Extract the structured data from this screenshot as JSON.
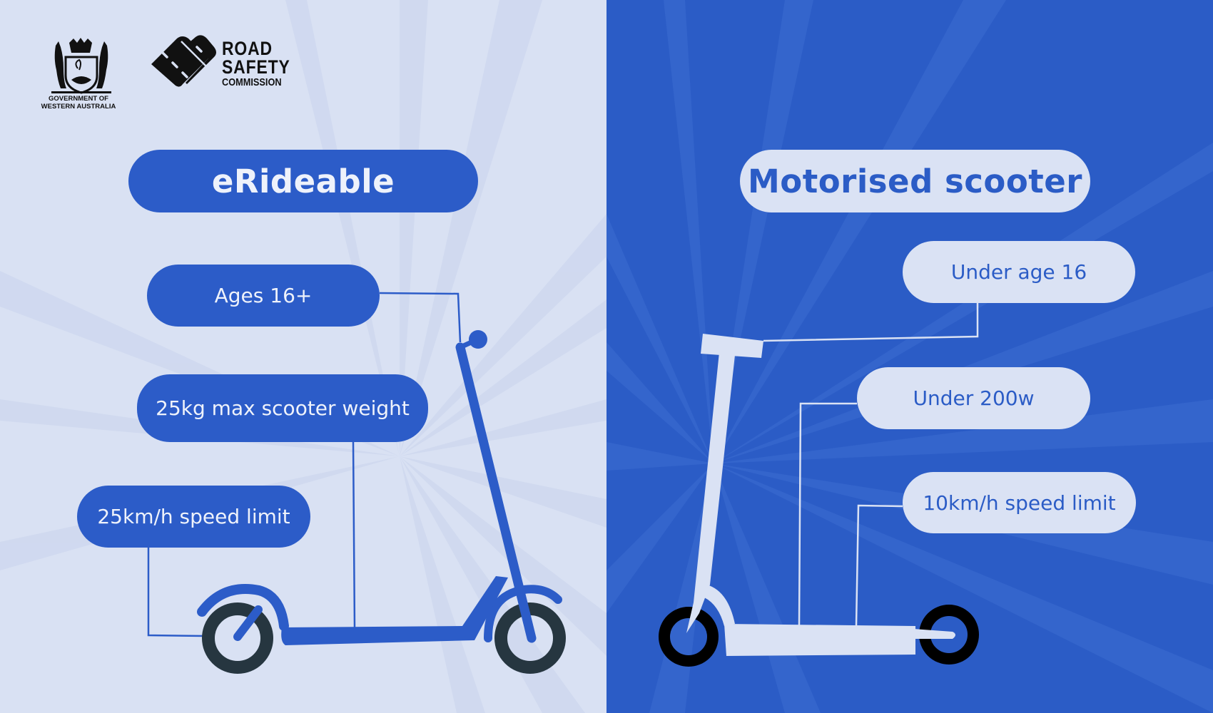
{
  "colors": {
    "brand_blue": "#2C5CC8",
    "light_bg": "#D9E1F3",
    "pill_light": "#DAE2F4",
    "wheel_dark": "#263640",
    "wheel_black": "#000000"
  },
  "logos": {
    "government": {
      "line1": "GOVERNMENT OF",
      "line2": "WESTERN AUSTRALIA"
    },
    "road_safety": {
      "line1": "ROAD",
      "line2": "SAFETY",
      "line3": "COMMISSION"
    }
  },
  "left": {
    "title": "eRideable",
    "labels": [
      {
        "text": "Ages 16+"
      },
      {
        "text": "25kg max scooter weight"
      },
      {
        "text": "25km/h speed limit"
      }
    ],
    "icon": "eRideable-scooter-illustration"
  },
  "right": {
    "title": "Motorised scooter",
    "labels": [
      {
        "text": "Under age 16"
      },
      {
        "text": "Under 200w"
      },
      {
        "text": "10km/h speed limit"
      }
    ],
    "icon": "motorised-scooter-illustration"
  }
}
